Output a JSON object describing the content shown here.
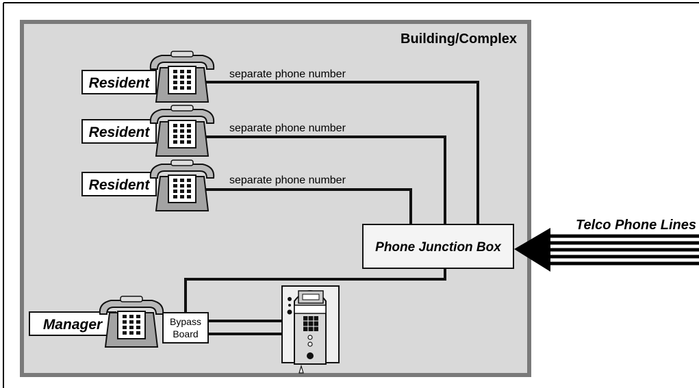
{
  "building_label": "Building/Complex",
  "residents": [
    {
      "label": "Resident",
      "line_label": "separate phone number"
    },
    {
      "label": "Resident",
      "line_label": "separate phone number"
    },
    {
      "label": "Resident",
      "line_label": "separate phone number"
    }
  ],
  "manager_label": "Manager",
  "bypass_board": {
    "line1": "Bypass",
    "line2": "Board"
  },
  "junction_box_label": "Phone Junction Box",
  "telco_label": "Telco Phone Lines",
  "colors": {
    "building_fill": "#d9d9d9",
    "building_border": "#777777",
    "wire": "#111111",
    "phone_body": "#a8a8a8"
  }
}
